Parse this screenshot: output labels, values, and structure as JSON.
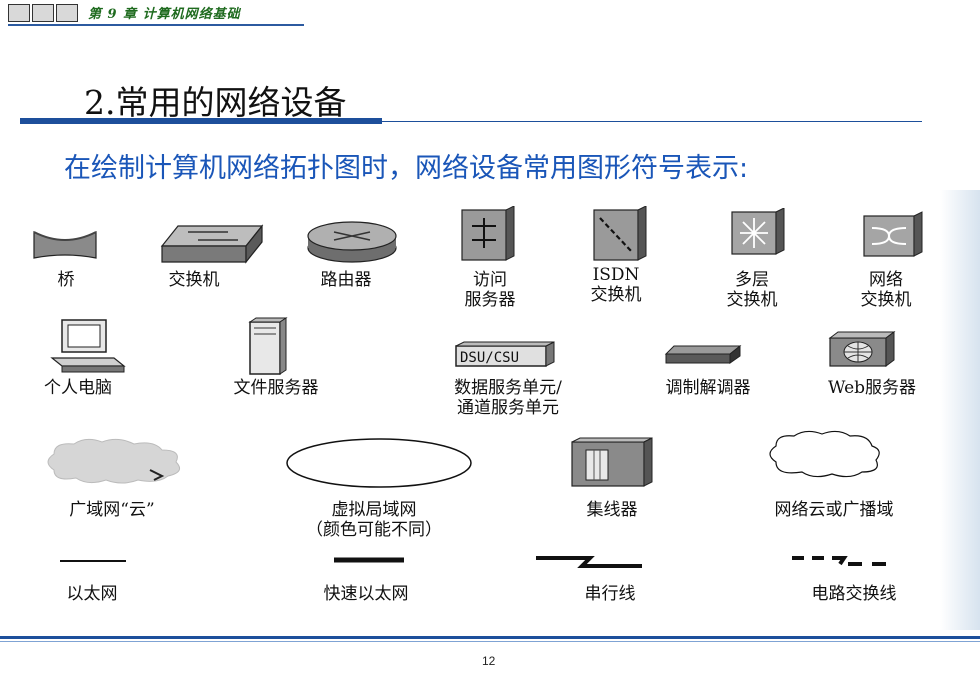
{
  "header": {
    "chapter": "第 9 章  计算机网络基础"
  },
  "title": "2.常用的网络设备",
  "subtitle": "在绘制计算机网络拓扑图时，网络设备常用图形符号表示:",
  "devices": {
    "bridge": "桥",
    "switch": "交换机",
    "router": "路由器",
    "access_server": "访问\n服务器",
    "isdn_switch": "ISDN\n交换机",
    "multilayer_switch": "多层\n交换机",
    "network_switch": "网络\n交换机",
    "pc": "个人电脑",
    "file_server": "文件服务器",
    "dsu_csu": "数据服务单元/\n通道服务单元",
    "modem": "调制解调器",
    "web_server": "Web服务器",
    "wan_cloud": "广域网“云”",
    "vlan": "虚拟局域网\n（颜色可能不同）",
    "hub": "集线器",
    "broadcast_cloud": "网络云或广播域",
    "ethernet": "以太网",
    "fast_ethernet": "快速以太网",
    "serial_line": "串行线",
    "circuit_switched_line": "电路交换线"
  },
  "dsu_label": "DSU/CSU",
  "page_number": "12"
}
